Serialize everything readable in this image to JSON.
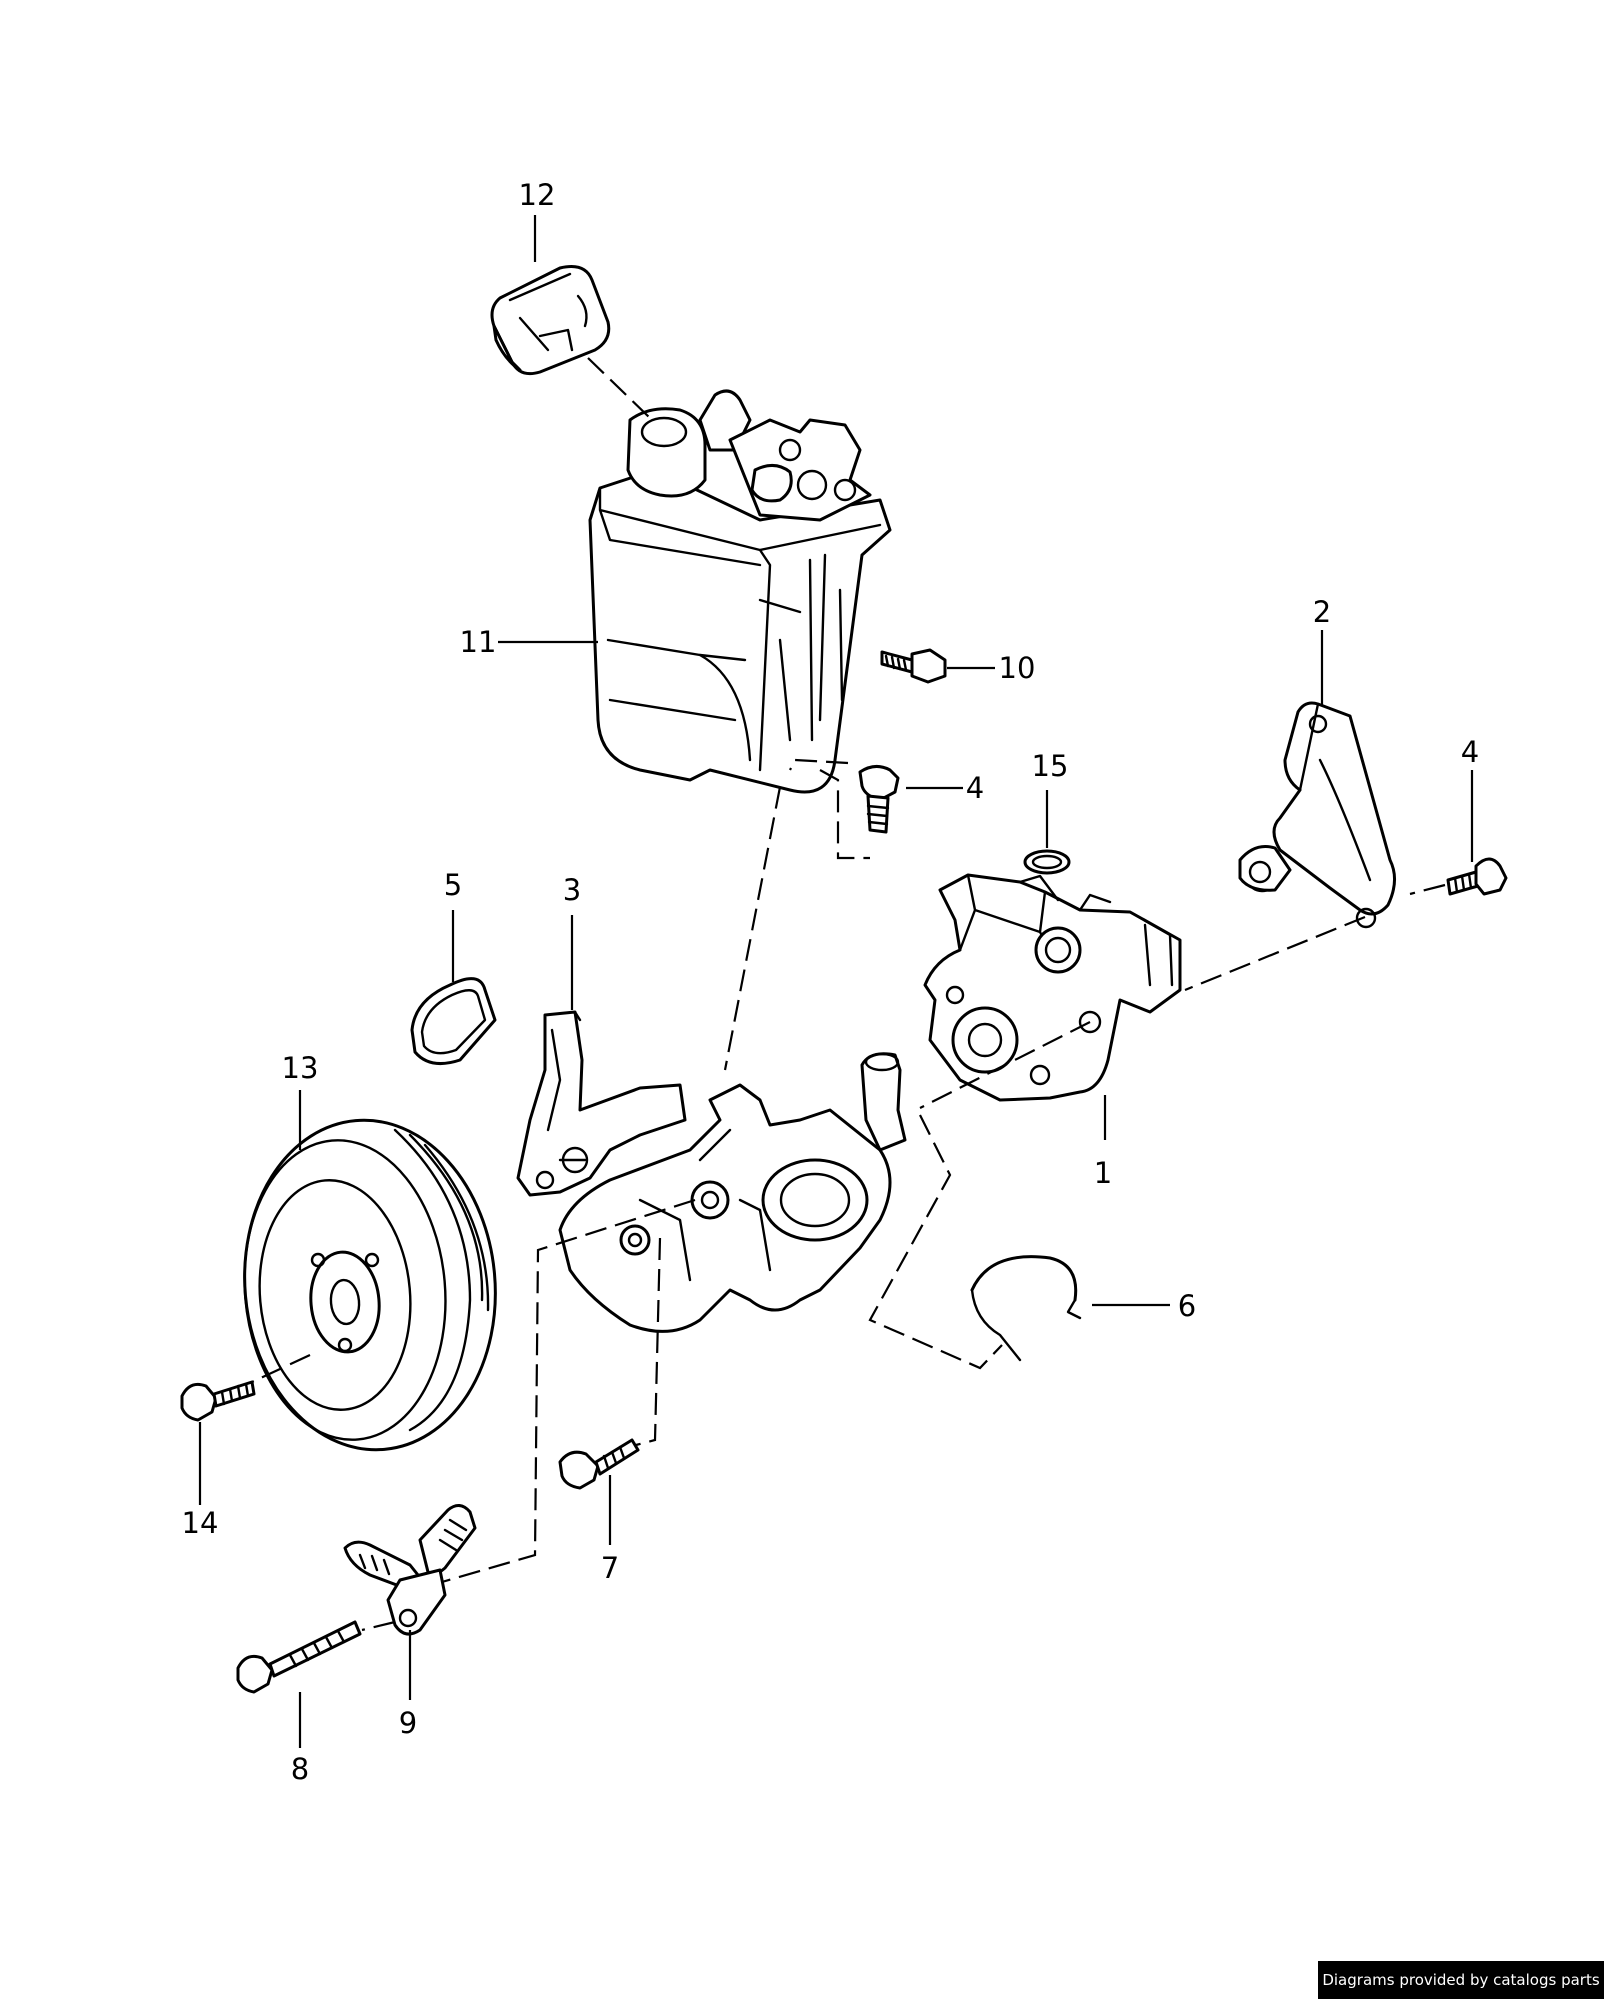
{
  "callouts": {
    "c1": "1",
    "c2": "2",
    "c3": "3",
    "c4a": "4",
    "c4b": "4",
    "c5": "5",
    "c6": "6",
    "c7": "7",
    "c8": "8",
    "c9": "9",
    "c10": "10",
    "c11": "11",
    "c12": "12",
    "c13": "13",
    "c14": "14",
    "c15": "15"
  },
  "credit": "Diagrams provided by catalogs parts",
  "colors": {
    "line": "#000000",
    "background": "#ffffff",
    "credit_bg": "#000000",
    "credit_text": "#ffffff"
  }
}
